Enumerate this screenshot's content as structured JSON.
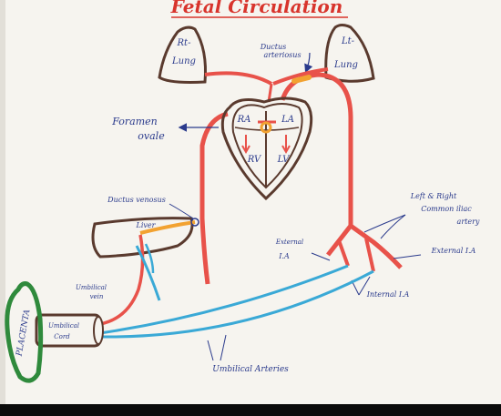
{
  "title": "Fetal Circulation",
  "colors": {
    "artery": "#e8524a",
    "vein_blue": "#3aa9d6",
    "outline": "#5a3a2e",
    "ink": "#2a3a8c",
    "placenta": "#2f8a3c",
    "ductus": "#f2a231",
    "title": "#d8342c"
  },
  "labels": {
    "rt_lung": [
      "Rt-",
      "Lung"
    ],
    "lt_lung": [
      "Lt-",
      "Lung"
    ],
    "ductus_arteriosus": [
      "Ductus",
      "arteriosus"
    ],
    "foramen_ovale": [
      "Foramen",
      "ovale"
    ],
    "ra": "RA",
    "la": "LA",
    "rv": "RV",
    "lv": "LV",
    "ductus_venosus": "Ductus venosus",
    "liver": "Liver",
    "umbilical_vein": [
      "Umbilical",
      "vein"
    ],
    "placenta": "PLACENTA",
    "umbilical_cord": [
      "Umbilical",
      "Cord"
    ],
    "umbilical_arteries": "Umbilical Arteries",
    "common_iliac": [
      "Left & Right",
      "Common iliac",
      "artery"
    ],
    "external_ia_left": [
      "External",
      "I.A"
    ],
    "external_ia_right": "External I.A",
    "internal_ia": "Internal I.A"
  }
}
